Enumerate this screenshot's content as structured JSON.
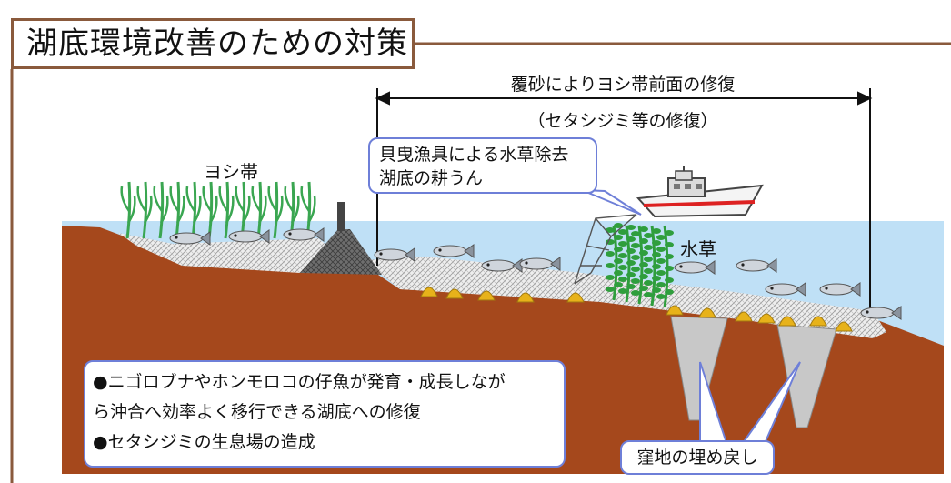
{
  "title": "湖底環境改善のための対策",
  "span_label": {
    "line1": "覆砂によりヨシ帯前面の修復",
    "line2": "（セタシジミ等の修復）"
  },
  "reed_zone_label": "ヨシ帯",
  "water_weed_label": "水草",
  "tool_callout": {
    "line1": "貝曳漁具による水草除去",
    "line2": "湖底の耕うん"
  },
  "info_box": {
    "line1": "●ニゴロブナやホンモロコの仔魚が発育・成長しなが",
    "line2": "ら沖合へ効率よく移行できる湖底への修復",
    "line3": "●セタシジミの生息場の造成"
  },
  "depression_callout": "窪地の埋め戻し",
  "colors": {
    "water": "#bfe0f6",
    "lakebed": "#a5481c",
    "sand_layer": "#e7e7e7",
    "reed": "#3aa651",
    "water_weed": "#2f9e3d",
    "clam": "#e7b21a",
    "pit": "#c8c8c8",
    "frame": "#8a5a3c",
    "callout_border": "#6e7fd8"
  }
}
